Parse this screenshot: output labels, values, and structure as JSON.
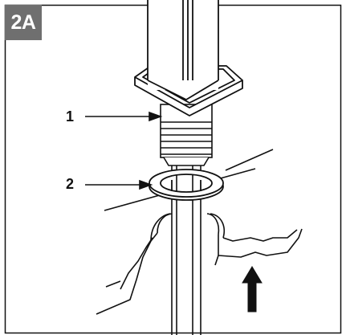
{
  "figure": {
    "badge": "2A",
    "callouts": [
      {
        "label": "1"
      },
      {
        "label": "2"
      }
    ]
  },
  "colors": {
    "line": "#111111",
    "badge_bg": "#6f6f6f",
    "badge_text": "#ffffff",
    "background": "#ffffff"
  }
}
